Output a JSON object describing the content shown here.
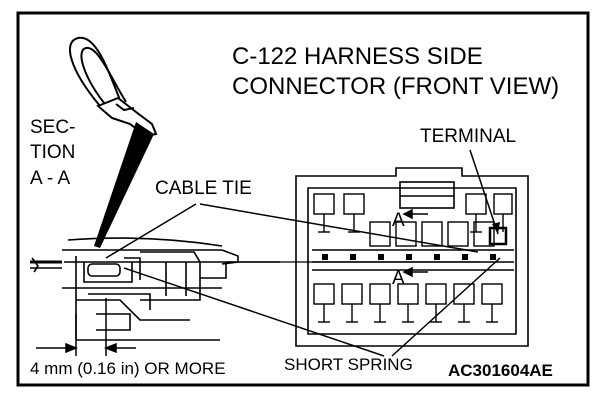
{
  "title": {
    "line1": "C-122 HARNESS SIDE",
    "line2": "CONNECTOR (FRONT VIEW)"
  },
  "labels": {
    "section_line1": "SEC-",
    "section_line2": "TION",
    "section_line3": "A - A",
    "cable_tie": "CABLE TIE",
    "terminal": "TERMINAL",
    "section_mark_top": "A",
    "section_mark_bottom": "A",
    "dimension": "4 mm (0.16 in) OR MORE",
    "short_spring": "SHORT SPRING",
    "figure_code": "AC301604AE"
  }
}
